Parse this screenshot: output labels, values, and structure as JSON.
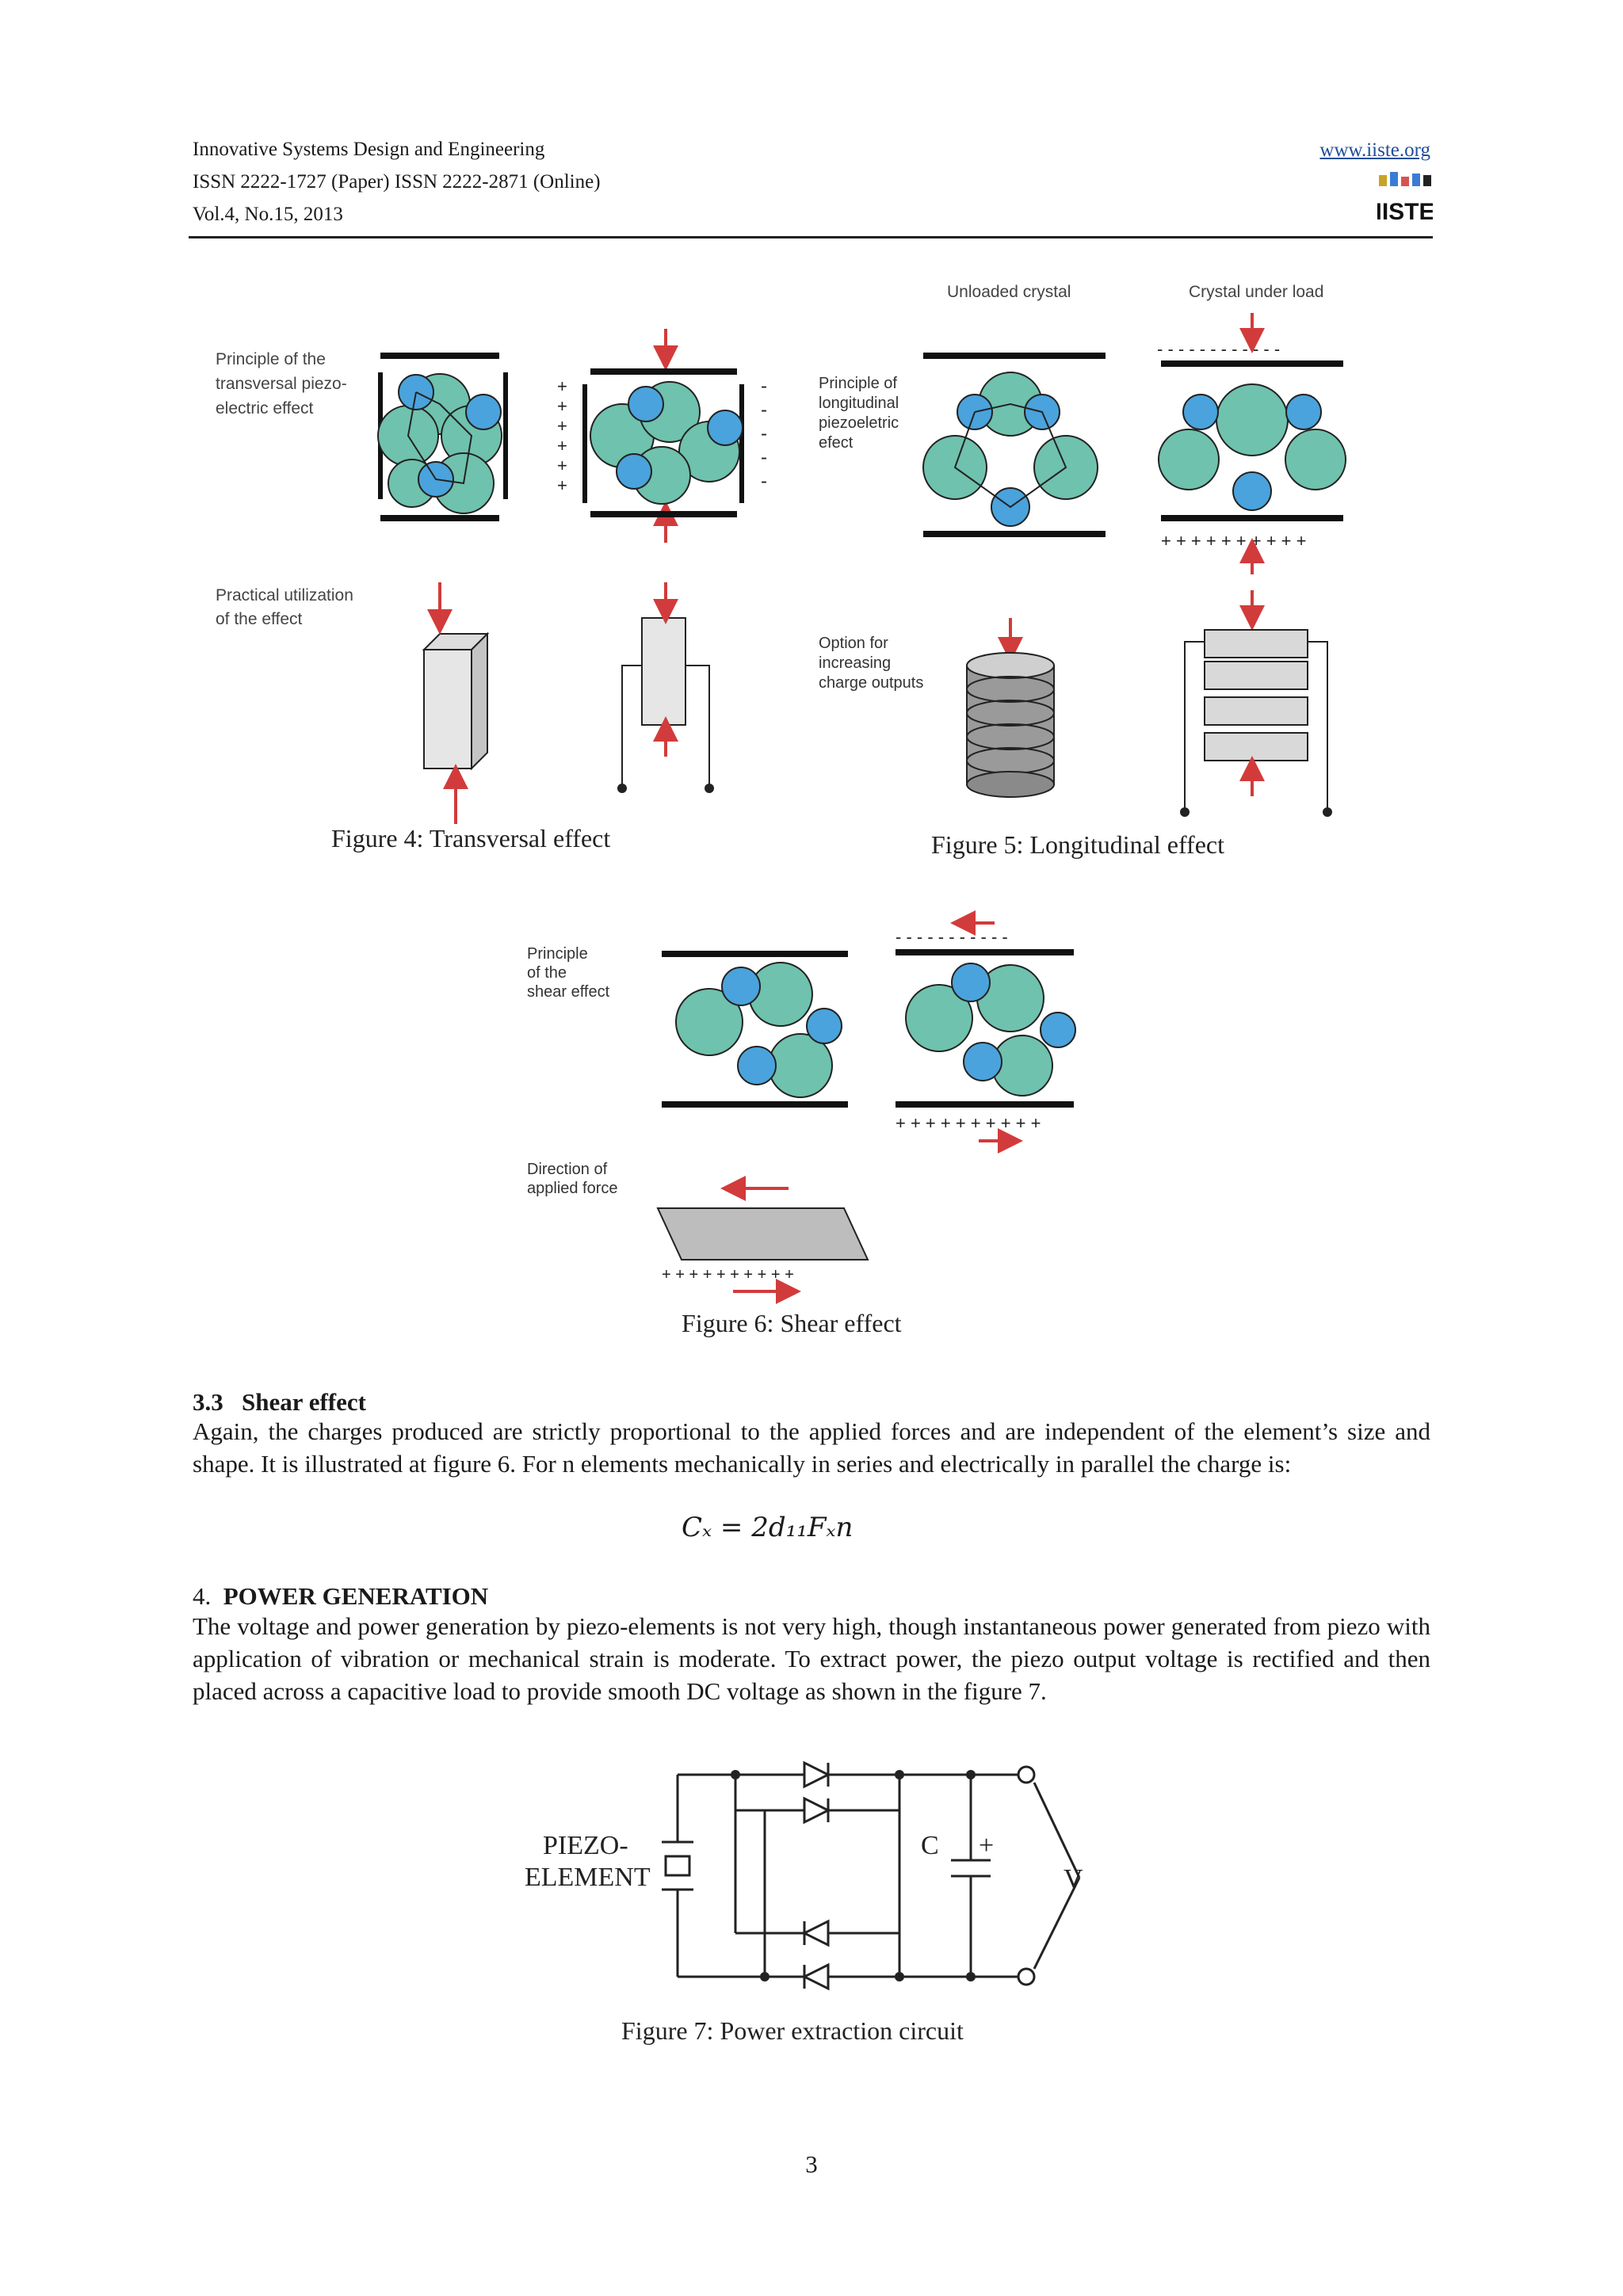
{
  "header": {
    "journal": "Innovative Systems Design and Engineering",
    "issn": "ISSN 2222-1727 (Paper) ISSN 2222-2871 (Online)",
    "volume": "Vol.4, No.15, 2013",
    "url": "www.iiste.org",
    "logo_text": "IISTE"
  },
  "figure4": {
    "caption": "Figure 4: Transversal effect",
    "label_principle": [
      "Principle of the",
      "transversal piezo-",
      "electric effect"
    ],
    "label_practical": [
      "Practical utilization",
      "of the effect"
    ]
  },
  "figure5": {
    "caption": "Figure 5: Longitudinal effect",
    "label_unloaded": "Unloaded crystal",
    "label_loaded": "Crystal under load",
    "label_principle": [
      "Principle of",
      "longitudinal",
      "piezoeletric",
      "efect"
    ],
    "label_option": [
      "Option for",
      "increasing",
      "charge outputs"
    ]
  },
  "figure6": {
    "caption": "Figure 6: Shear effect",
    "label_principle": [
      "Principle",
      "of the",
      "shear effect"
    ],
    "label_direction": [
      "Direction of",
      "applied force"
    ]
  },
  "section_3_3": {
    "number": "3.3",
    "title": "Shear effect",
    "body": "Again, the charges produced are strictly proportional to the applied forces and are independent of the element’s size and shape. It is illustrated at figure 6. For n elements mechanically in series and electrically in parallel the charge is:",
    "equation": "Cₓ = 2d₁₁Fₓn"
  },
  "section_4": {
    "number": "4.",
    "title": "POWER GENERATION",
    "body": "The voltage and power generation by piezo-elements is not very high, though instantaneous power generated from piezo with application of vibration or mechanical strain is moderate. To extract power, the piezo output voltage is rectified and then placed across a capacitive load to provide smooth DC voltage as shown in the figure 7."
  },
  "figure7": {
    "caption": "Figure 7: Power extraction circuit",
    "label_piezo": [
      "PIEZO-",
      "ELEMENT"
    ],
    "label_c": "C",
    "label_v": "V"
  },
  "page_number": "3",
  "colors": {
    "atom_green": "#6fc2ad",
    "atom_blue": "#4aa3dc",
    "force_red": "#d23b3b",
    "link": "#1f4e9b"
  }
}
